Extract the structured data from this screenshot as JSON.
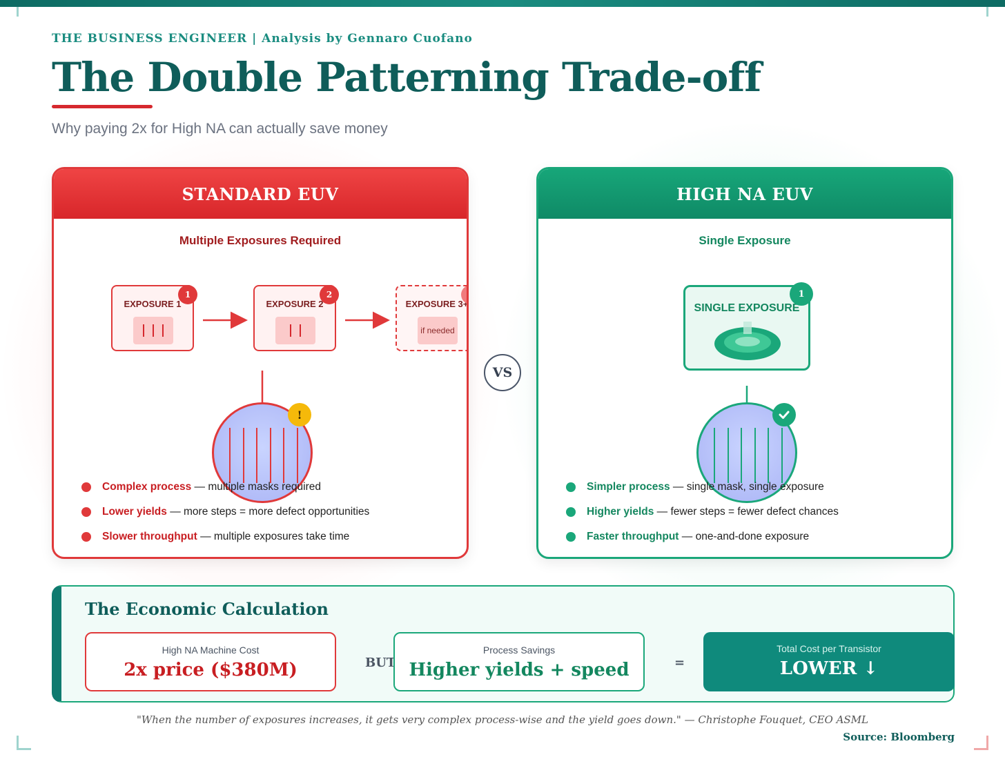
{
  "header": {
    "brand": "THE BUSINESS ENGINEER | Analysis by Gennaro Cuofano",
    "title": "The Double Patterning Trade-off",
    "subtitle": "Why paying 2x for High NA can actually save money"
  },
  "left_panel": {
    "title": "STANDARD EUV",
    "subtitle": "Multiple Exposures Required",
    "exposures": [
      {
        "label": "EXPOSURE 1",
        "badge": "1"
      },
      {
        "label": "EXPOSURE 2",
        "badge": "2"
      },
      {
        "label": "EXPOSURE 3+",
        "badge": "?",
        "note": "if needed"
      }
    ],
    "warning_badge": "!",
    "bullets": [
      {
        "em": "Complex process",
        "text": " — multiple masks required"
      },
      {
        "em": "Lower yields",
        "text": " — more steps = more defect opportunities"
      },
      {
        "em": "Slower throughput",
        "text": " — multiple exposures take time"
      }
    ]
  },
  "vs_label": "VS",
  "right_panel": {
    "title": "HIGH NA EUV",
    "subtitle": "Single Exposure",
    "exposure_label": "SINGLE EXPOSURE",
    "exposure_badge": "1",
    "check_badge": "✓",
    "bullets": [
      {
        "em": "Simpler process",
        "text": " — single mask, single exposure"
      },
      {
        "em": "Higher yields",
        "text": " — fewer steps = fewer defect chances"
      },
      {
        "em": "Faster throughput",
        "text": " — one-and-done exposure"
      }
    ]
  },
  "economics": {
    "title": "The Economic Calculation",
    "cost_label": "High NA Machine Cost",
    "cost_value": "2x price ($380M)",
    "but_label": "BUT",
    "savings_label": "Process Savings",
    "savings_value": "Higher yields + speed",
    "equals_label": "=",
    "total_label": "Total Cost per Transistor",
    "total_value": "LOWER ↓"
  },
  "quote": "\"When the number of exposures increases, it gets very complex process-wise and the yield goes down.\" — Christophe Fouquet, CEO ASML",
  "source": "Source: Bloomberg",
  "colors": {
    "red": "#e0393a",
    "green": "#1aa77a",
    "teal": "#0f5d5a"
  }
}
